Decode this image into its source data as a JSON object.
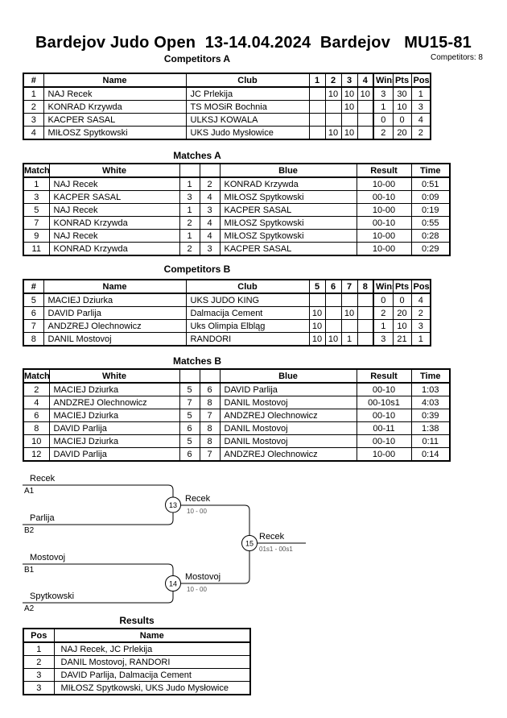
{
  "page": {
    "title": "Bardejov Judo Open  13-14.04.2024  Bardejov   MU15-81",
    "competitors_count_label": "Competitors: 8"
  },
  "tables": {
    "competitors_a": {
      "heading": "Competitors A",
      "columns": [
        "#",
        "Name",
        "Club",
        "1",
        "2",
        "3",
        "4",
        "Wins",
        "Pts",
        "Pos"
      ],
      "rows": [
        [
          "1",
          "NAJ Recek",
          "JC Prlekija",
          "",
          "10",
          "10",
          "10",
          "3",
          "30",
          "1"
        ],
        [
          "2",
          "KONRAD Krzywda",
          "TS MOSiR Bochnia",
          "",
          "",
          "10",
          "",
          "1",
          "10",
          "3"
        ],
        [
          "3",
          "KACPER SASAL",
          "ULKSJ KOWALA",
          "",
          "",
          "",
          "",
          "0",
          "0",
          "4"
        ],
        [
          "4",
          "MIŁOSZ Spytkowski",
          "UKS Judo Mysłowice",
          "",
          "10",
          "10",
          "",
          "2",
          "20",
          "2"
        ]
      ]
    },
    "matches_a": {
      "heading": "Matches A",
      "columns": [
        "Match",
        "White",
        "",
        "",
        "Blue",
        "Result",
        "Time"
      ],
      "rows": [
        [
          "1",
          "NAJ Recek",
          "1",
          "2",
          "KONRAD Krzywda",
          "10-00",
          "0:51"
        ],
        [
          "3",
          "KACPER SASAL",
          "3",
          "4",
          "MIŁOSZ Spytkowski",
          "00-10",
          "0:09"
        ],
        [
          "5",
          "NAJ Recek",
          "1",
          "3",
          "KACPER SASAL",
          "10-00",
          "0:19"
        ],
        [
          "7",
          "KONRAD Krzywda",
          "2",
          "4",
          "MIŁOSZ Spytkowski",
          "00-10",
          "0:55"
        ],
        [
          "9",
          "NAJ Recek",
          "1",
          "4",
          "MIŁOSZ Spytkowski",
          "10-00",
          "0:28"
        ],
        [
          "11",
          "KONRAD Krzywda",
          "2",
          "3",
          "KACPER SASAL",
          "10-00",
          "0:29"
        ]
      ]
    },
    "competitors_b": {
      "heading": "Competitors B",
      "columns": [
        "#",
        "Name",
        "Club",
        "5",
        "6",
        "7",
        "8",
        "Wins",
        "Pts",
        "Pos"
      ],
      "rows": [
        [
          "5",
          "MACIEJ Dziurka",
          "UKS JUDO KING",
          "",
          "",
          "",
          "",
          "0",
          "0",
          "4"
        ],
        [
          "6",
          "DAVID Parlija",
          "Dalmacija Cement",
          "10",
          "",
          "10",
          "",
          "2",
          "20",
          "2"
        ],
        [
          "7",
          "ANDZREJ Olechnowicz",
          "Uks Olimpia Elbląg",
          "10",
          "",
          "",
          "",
          "1",
          "10",
          "3"
        ],
        [
          "8",
          "DANIL Mostovoj",
          "RANDORI",
          "10",
          "10",
          "1",
          "",
          "3",
          "21",
          "1"
        ]
      ]
    },
    "matches_b": {
      "heading": "Matches B",
      "columns": [
        "Match",
        "White",
        "",
        "",
        "Blue",
        "Result",
        "Time"
      ],
      "rows": [
        [
          "2",
          "MACIEJ Dziurka",
          "5",
          "6",
          "DAVID Parlija",
          "00-10",
          "1:03"
        ],
        [
          "4",
          "ANDZREJ Olechnowicz",
          "7",
          "8",
          "DANIL Mostovoj",
          "00-10s1",
          "4:03"
        ],
        [
          "6",
          "MACIEJ Dziurka",
          "5",
          "7",
          "ANDZREJ Olechnowicz",
          "00-10",
          "0:39"
        ],
        [
          "8",
          "DAVID Parlija",
          "6",
          "8",
          "DANIL Mostovoj",
          "00-11",
          "1:38"
        ],
        [
          "10",
          "MACIEJ Dziurka",
          "5",
          "8",
          "DANIL Mostovoj",
          "00-10",
          "0:11"
        ],
        [
          "12",
          "DAVID Parlija",
          "6",
          "7",
          "ANDZREJ Olechnowicz",
          "10-00",
          "0:14"
        ]
      ]
    },
    "results": {
      "heading": "Results",
      "columns": [
        "Pos",
        "Name"
      ],
      "rows": [
        [
          "1",
          "NAJ Recek, JC Prlekija"
        ],
        [
          "2",
          "DANIL Mostovoj, RANDORI"
        ],
        [
          "3",
          "DAVID Parlija, Dalmacija Cement"
        ],
        [
          "3",
          "MIŁOSZ Spytkowski, UKS Judo Mysłowice"
        ]
      ]
    }
  },
  "bracket": {
    "semifinal_1": {
      "top_name": "Recek",
      "top_seed": "A1",
      "bottom_name": "Parlija",
      "bottom_seed": "B2",
      "match_no": "13",
      "winner": "Recek",
      "score": "10 - 00"
    },
    "semifinal_2": {
      "top_name": "Mostovoj",
      "top_seed": "B1",
      "bottom_name": "Spytkowski",
      "bottom_seed": "A2",
      "match_no": "14",
      "winner": "Mostovoj",
      "score": "10 - 00"
    },
    "final": {
      "match_no": "15",
      "winner": "Recek",
      "score": "01s1 - 00s1"
    }
  }
}
